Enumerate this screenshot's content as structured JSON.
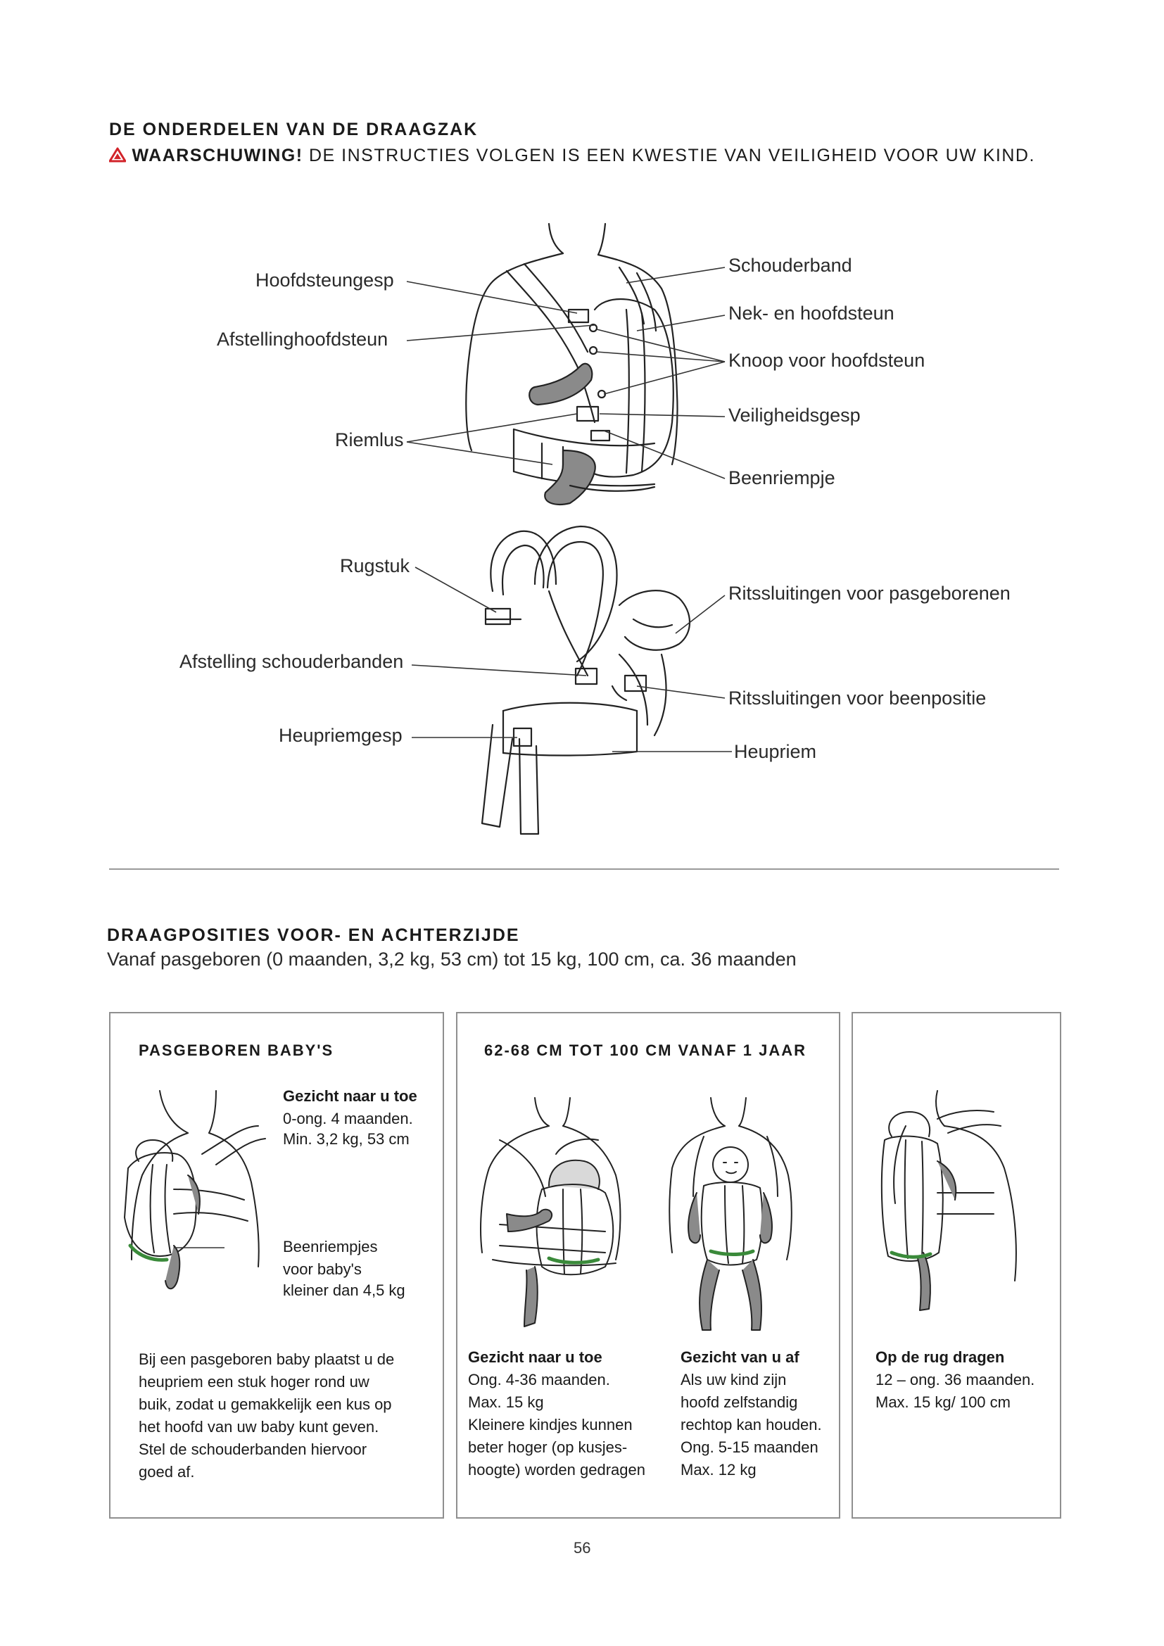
{
  "header": {
    "title": "DE ONDERDELEN VAN DE DRAAGZAK",
    "warning_bold": "WAARSCHUWING!",
    "warning_text": " DE INSTRUCTIES VOLGEN IS EEN KWESTIE VAN VEILIGHEID VOOR UW KIND."
  },
  "parts_left": [
    "Hoofdsteungesp",
    "Afstellinghoofdsteun",
    "Riemlus",
    "Rugstuk",
    "Afstelling schouderbanden",
    "Heupriemgesp"
  ],
  "parts_right": [
    "Schouderband",
    "Nek- en hoofdsteun",
    "Knoop voor hoofdsteun",
    "Veiligheidsgesp",
    "Beenriempje",
    "Ritssluitingen voor pasgeborenen",
    "Ritssluitingen voor beenpositie",
    "Heupriem"
  ],
  "section2": {
    "title": "DRAAGPOSITIES VOOR- EN ACHTERZIJDE",
    "subtitle": "Vanaf pasgeboren (0 maanden, 3,2 kg, 53 cm) tot 15 kg, 100 cm, ca. 36 maanden"
  },
  "box1": {
    "heading": "PASGEBOREN BABY'S",
    "face_title": "Gezicht naar u toe",
    "face_lines": [
      "0-ong. 4 maanden.",
      "Min. 3,2 kg, 53 cm"
    ],
    "leg_lines": [
      "Beenriempjes",
      "voor baby's",
      "kleiner dan 4,5 kg"
    ],
    "body_lines": [
      "Bij een pasgeboren baby plaatst u de",
      "heupriem een stuk hoger rond uw",
      "buik, zodat u gemakkelijk een kus op",
      "het hoofd van uw baby kunt geven.",
      "Stel de schouderbanden hiervoor",
      "goed af."
    ]
  },
  "box2": {
    "heading": "62-68 CM TOT 100 CM  VANAF 1 JAAR",
    "col1_title": "Gezicht naar u toe",
    "col1_lines": [
      "Ong. 4-36 maanden.",
      "Max. 15 kg",
      "Kleinere kindjes kunnen",
      "beter hoger (op kusjes-",
      "hoogte) worden gedragen"
    ],
    "col2_title": "Gezicht van u af",
    "col2_lines": [
      "Als uw kind zijn",
      "hoofd zelfstandig",
      "rechtop kan houden.",
      "Ong. 5-15 maanden",
      "Max. 12 kg"
    ]
  },
  "box3": {
    "title": "Op de rug dragen",
    "lines": [
      "12 – ong. 36 maanden.",
      "Max. 15 kg/ 100 cm"
    ]
  },
  "footer": {
    "page_number": "56"
  },
  "colors": {
    "warning": "#d2232a",
    "accent_green": "#3a8a3a"
  }
}
